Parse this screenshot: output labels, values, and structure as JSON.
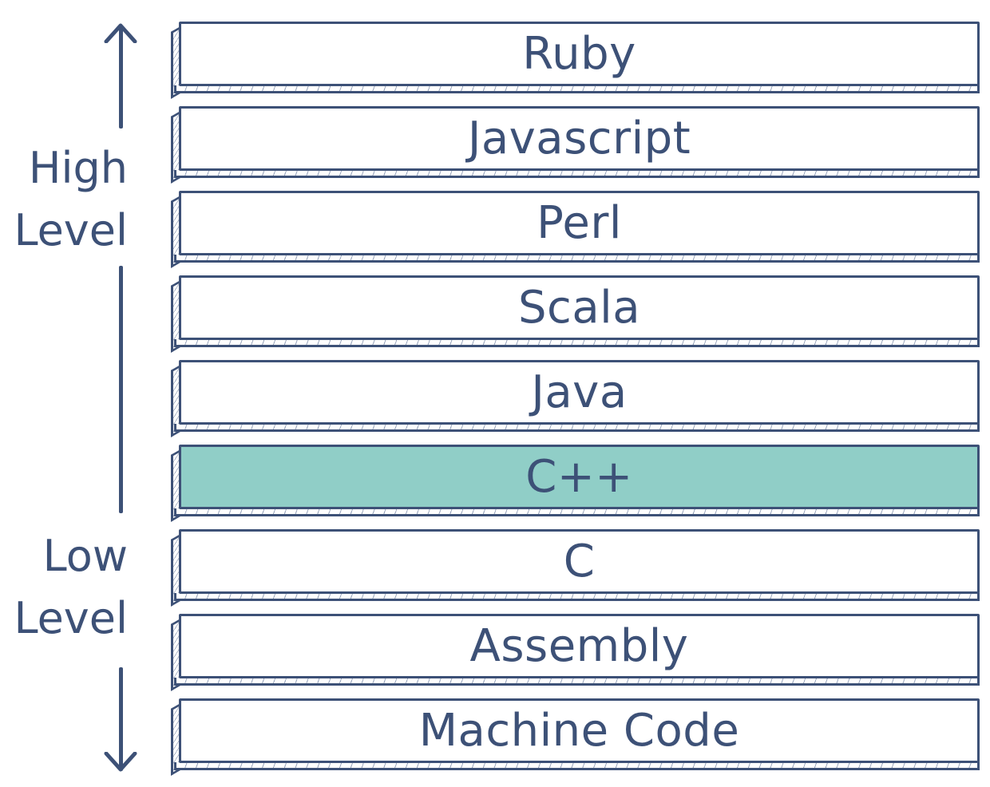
{
  "layers": [
    {
      "label": "Ruby"
    },
    {
      "label": "Javascript"
    },
    {
      "label": "Perl"
    },
    {
      "label": "Scala"
    },
    {
      "label": "Java"
    },
    {
      "label": "C++"
    },
    {
      "label": "C"
    },
    {
      "label": "Assembly"
    },
    {
      "label": "Machine Code"
    }
  ],
  "highlighted_layer": "C++",
  "axis": {
    "high": [
      "High",
      "Level"
    ],
    "low": [
      "Low",
      "Level"
    ]
  },
  "colors": {
    "stroke": "#3d5177",
    "highlight": "#90cec7",
    "background": "#ffffff"
  }
}
